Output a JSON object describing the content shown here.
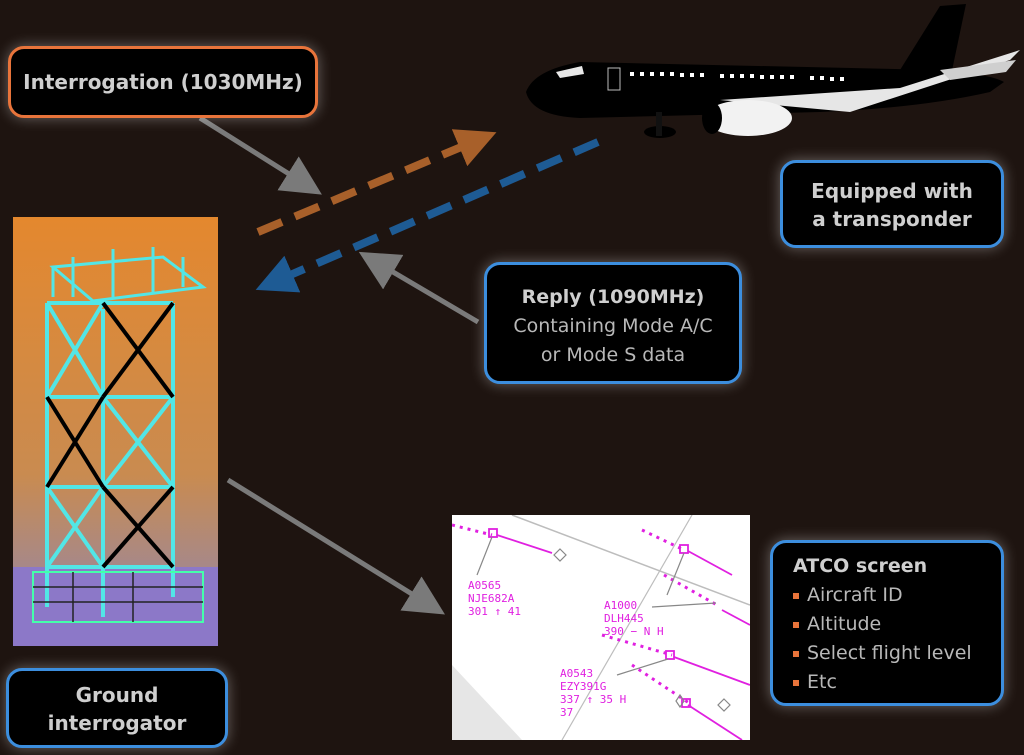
{
  "interrogation": {
    "title": "Interrogation (1030MHz)"
  },
  "transponder": {
    "line1": "Equipped with",
    "line2": "a transponder"
  },
  "reply": {
    "title": "Reply (1090MHz)",
    "line1": "Containing Mode A/C",
    "line2": "or Mode S data"
  },
  "ground": {
    "line1": "Ground",
    "line2": "interrogator"
  },
  "atco": {
    "title": "ATCO screen",
    "items": [
      "Aircraft ID",
      "Altitude",
      "Select flight level",
      "Etc"
    ]
  },
  "screen_labels": {
    "label1": "A0565\nNJE682A\n301 ↑ 41",
    "label2": "A1000\nDLH445\n390 − N H",
    "label3": "A0543\nEZY391G\n337 ↑ 35 H\n37"
  },
  "colors": {
    "orange": "#e8743b",
    "blue": "#3c8ede",
    "interrogation_signal": "#a8602a",
    "reply_signal": "#1e5b94",
    "pointer_arrow": "#7a7a7a",
    "screen_magenta": "#e020e0"
  }
}
